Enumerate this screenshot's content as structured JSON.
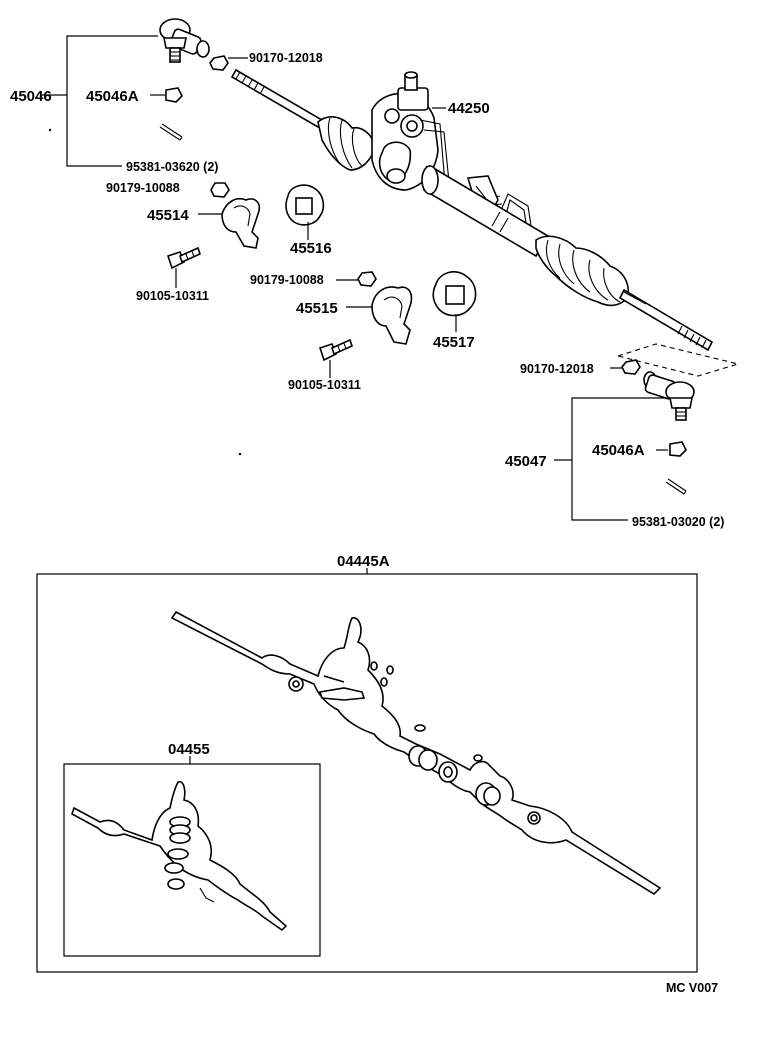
{
  "labels": {
    "tie_rod_end_lh": "45046",
    "lock_nut_1": "45046A",
    "cotter_pin_1": "95381-03620 (2)",
    "nut_top": "90170-12018",
    "gear_assy": "44250",
    "nut_bracket_1": "90179-10088",
    "bracket_1": "45514",
    "grommet_1": "45516",
    "bolt_1": "90105-10311",
    "nut_bracket_2": "90179-10088",
    "bracket_2": "45515",
    "grommet_2": "45517",
    "bolt_2": "90105-10311",
    "nut_right": "90170-12018",
    "tie_rod_end_rh": "45047",
    "lock_nut_2": "45046A",
    "cotter_pin_2": "95381-03020 (2)",
    "gasket_kit": "04445A",
    "seal_kit": "04455",
    "figure_code": "MC V007"
  }
}
